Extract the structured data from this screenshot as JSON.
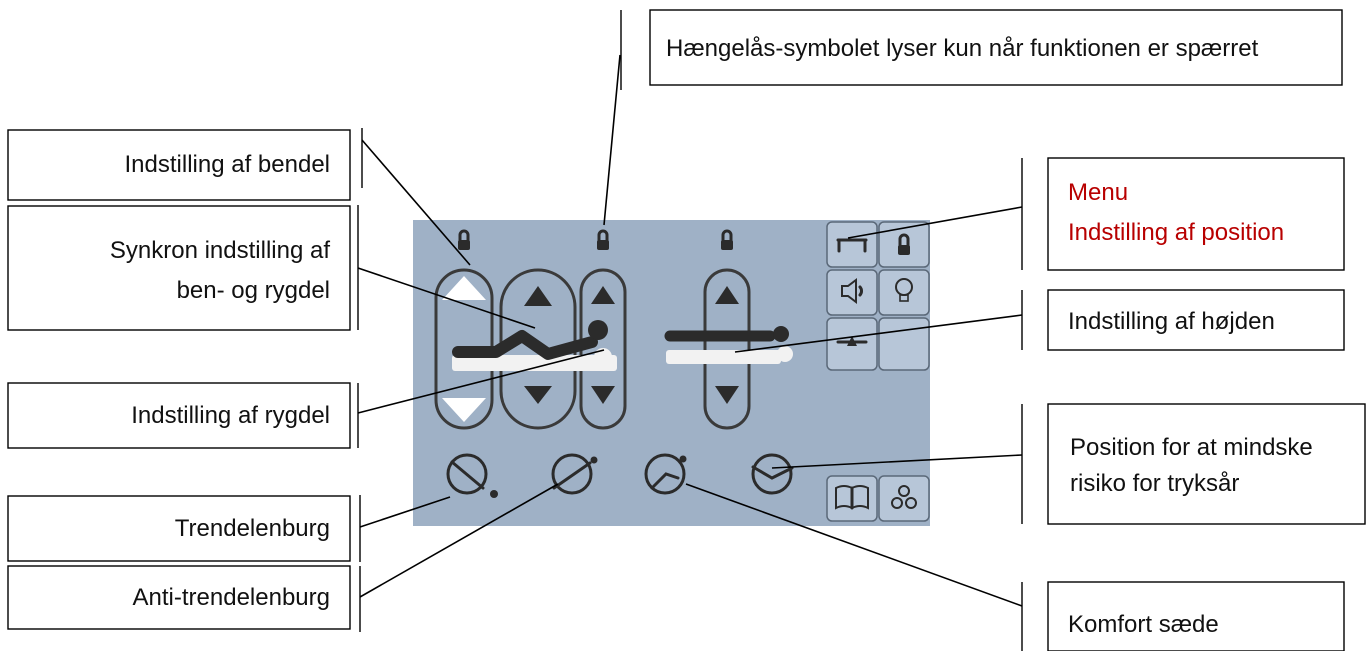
{
  "colors": {
    "panel": "#9fb1c6",
    "button": "#b7c6d8",
    "icon": "#2b2b2b",
    "highlight": "#f2f2f2",
    "menu_text": "#b80000"
  },
  "labels": {
    "padlock_note": "Hængelås-symbolet lyser kun når funktionen er spærret",
    "leg_section": "Indstilling af bendel",
    "sync_line1": "Synkron indstilling af",
    "sync_line2": "ben- og rygdel",
    "back_section": "Indstilling af rygdel",
    "trendelenburg": "Trendelenburg",
    "anti_trendelenburg": "Anti-trendelenburg",
    "menu_line1": "Menu",
    "menu_line2": "Indstilling af position",
    "height": "Indstilling af højden",
    "pressure_line1": "Position for at mindske",
    "pressure_line2": "risiko for tryksår",
    "comfort_seat": "Komfort sæde"
  },
  "panel_icons": {
    "lock": "padlock-icon",
    "arrow_up": "up-arrow-icon",
    "arrow_down": "down-arrow-icon",
    "bed_position": "bed-position-icon",
    "sound": "speaker-icon",
    "light": "bulb-icon",
    "scale": "scale-icon",
    "manual": "manual-icon",
    "settings": "gears-icon"
  }
}
